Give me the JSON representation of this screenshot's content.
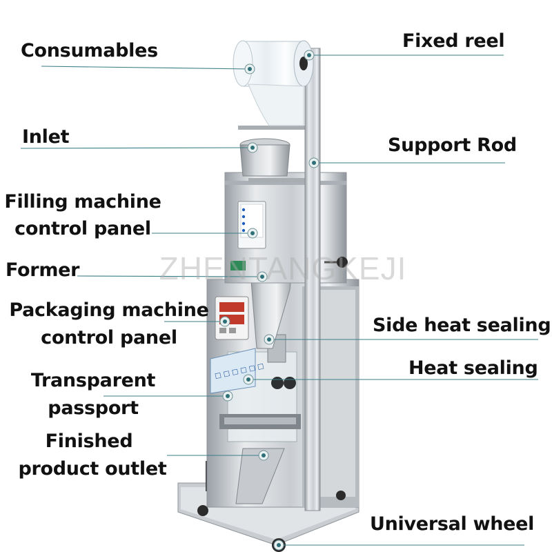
{
  "labels": {
    "consumables": "Consumables",
    "fixed_reel": "Fixed reel",
    "inlet": "Inlet",
    "support_rod": "Support Rod",
    "filling_panel_1": "Filling machine",
    "filling_panel_2": "control panel",
    "former": "Former",
    "packaging_panel_1": "Packaging machine",
    "packaging_panel_2": "control panel",
    "side_heat_sealing": "Side heat sealing",
    "heat_sealing": "Heat sealing",
    "transparent_1": "Transparent",
    "transparent_2": "passport",
    "outlet_1": "Finished",
    "outlet_2": "product outlet",
    "universal_wheel": "Universal wheel"
  },
  "watermark": "ZHENTANGKEJI",
  "colors": {
    "leader_line": "#3a7f87",
    "marker_outer": "#e8f0f0",
    "marker_ring": "#6f8f94",
    "marker_center": "#2f6f78",
    "steel_light": "#e4e6e8",
    "steel_mid": "#c4c8cc",
    "steel_dark": "#8e949a",
    "base_dark": "#3a3d40"
  }
}
